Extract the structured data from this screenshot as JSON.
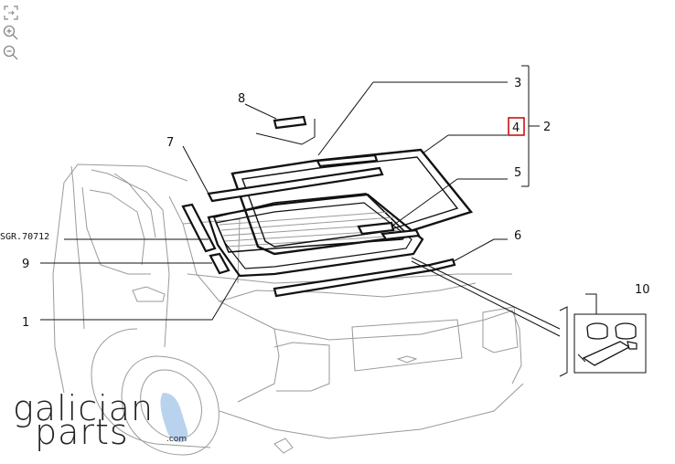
{
  "toolbar": {
    "fit_icon": "fit-screen-icon",
    "zoom_in_icon": "zoom-in-icon",
    "zoom_out_icon": "zoom-out-icon"
  },
  "callouts": {
    "c1": "1",
    "c2": "2",
    "c3": "3",
    "c4": "4",
    "c5": "5",
    "c6": "6",
    "c7": "7",
    "c8": "8",
    "c9": "9",
    "c10": "10",
    "ref": "SGR.70712"
  },
  "highlight_color": "#cc0000",
  "watermark": {
    "line1": "galician",
    "line2": "parts",
    "suffix": ".com",
    "accent_color": "#b9d3ef"
  }
}
